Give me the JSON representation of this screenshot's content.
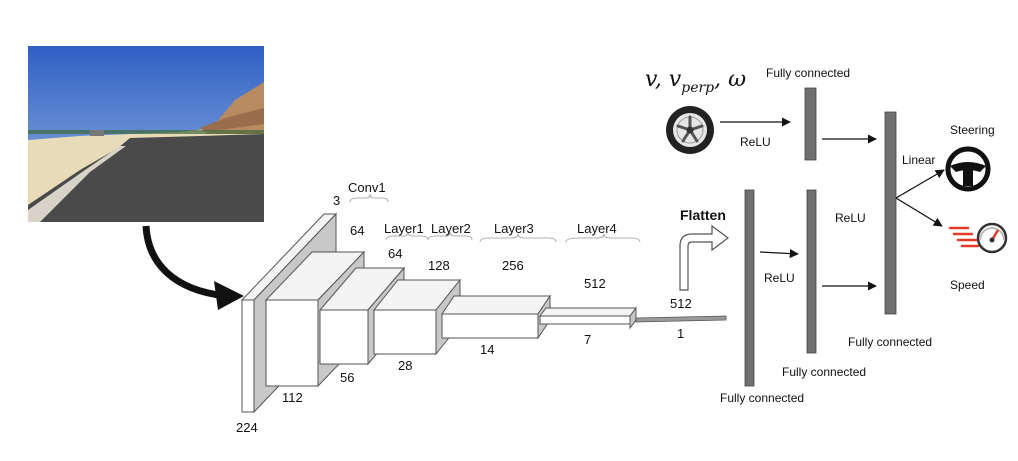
{
  "inputs": {
    "camera_image": "driving-camera-view",
    "state_vars_label": "v, v_perp, ω",
    "wheel_icon": "wheel-icon"
  },
  "cnn": {
    "input_depth": "3",
    "input_size": "224",
    "conv1_label": "Conv1",
    "conv1_depth": "64",
    "conv1_size": "112",
    "layer1_label": "Layer1",
    "layer1_depth": "64",
    "layer1_size": "56",
    "layer2_label": "Layer2",
    "layer2_depth": "128",
    "layer2_size": "28",
    "layer3_label": "Layer3",
    "layer3_depth": "256",
    "layer3_size": "14",
    "layer4_label": "Layer4",
    "layer4_depth": "512",
    "layer4_size": "7",
    "flatten_label": "Flatten",
    "flat_size": "512",
    "flat_width": "1"
  },
  "head": {
    "fc_top_label": "Fully connected",
    "relu_top": "ReLU",
    "fc_flat_label": "Fully connected",
    "relu_flat": "ReLU",
    "fc_mid_label": "Fully connected",
    "relu_mid": "ReLU",
    "fc_final_label": "Fully connected",
    "linear_label": "Linear"
  },
  "outputs": {
    "steering_label": "Steering",
    "speed_label": "Speed",
    "steering_icon": "steering-wheel-icon",
    "speed_icon": "speedometer-icon"
  }
}
